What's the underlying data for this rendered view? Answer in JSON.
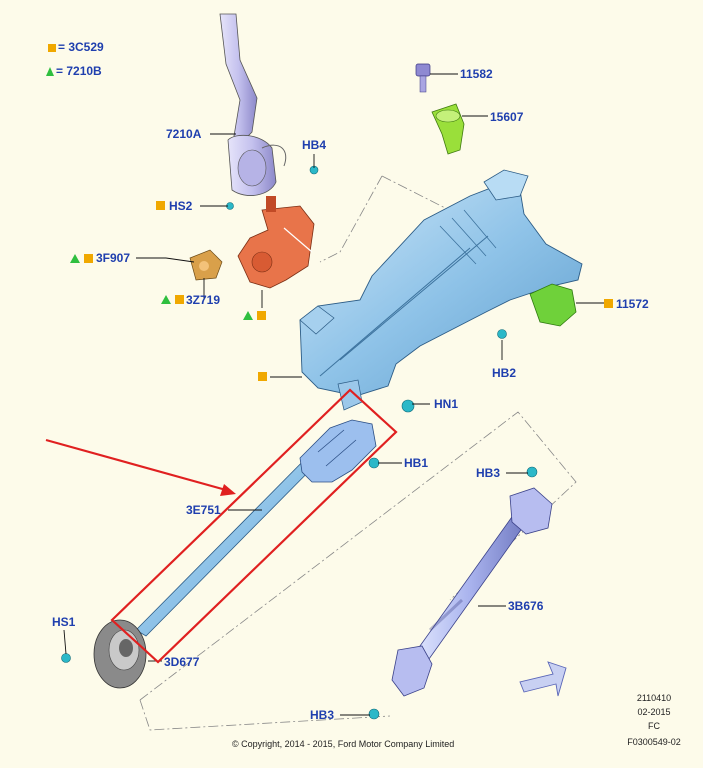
{
  "legend": [
    {
      "symbol": "square",
      "color": "#f0a800",
      "text": "= 3C529"
    },
    {
      "symbol": "triangle",
      "color": "#2fbf3f",
      "text": "= 7210B"
    }
  ],
  "parts": {
    "p7210A": "7210A",
    "hb4": "HB4",
    "hs2": "HS2",
    "p3F907": "3F907",
    "p3Z719": "3Z719",
    "p11582": "11582",
    "p15607": "15607",
    "p11572": "11572",
    "hb2": "HB2",
    "hn1": "HN1",
    "hb1": "HB1",
    "p3E751": "3E751",
    "hb3_top": "HB3",
    "p3B676": "3B676",
    "hs1": "HS1",
    "p3D677": "3D677",
    "hb3_bottom": "HB3"
  },
  "reference": {
    "code": "2110410",
    "date": "02-2015",
    "region": "FC",
    "figure": "F0300549-02"
  },
  "copyright": "© Copyright, 2014 - 2015, Ford Motor Company Limited",
  "colors": {
    "label": "#1f3fae",
    "highlight": "#e02020",
    "square_marker": "#f0a800",
    "triangle_marker": "#2fbf3f",
    "column_blue": "#8fc3e8",
    "lever_lilac": "#c9c7f0",
    "bracket_orange": "#e8744a",
    "clip_green": "#9adf3a"
  }
}
